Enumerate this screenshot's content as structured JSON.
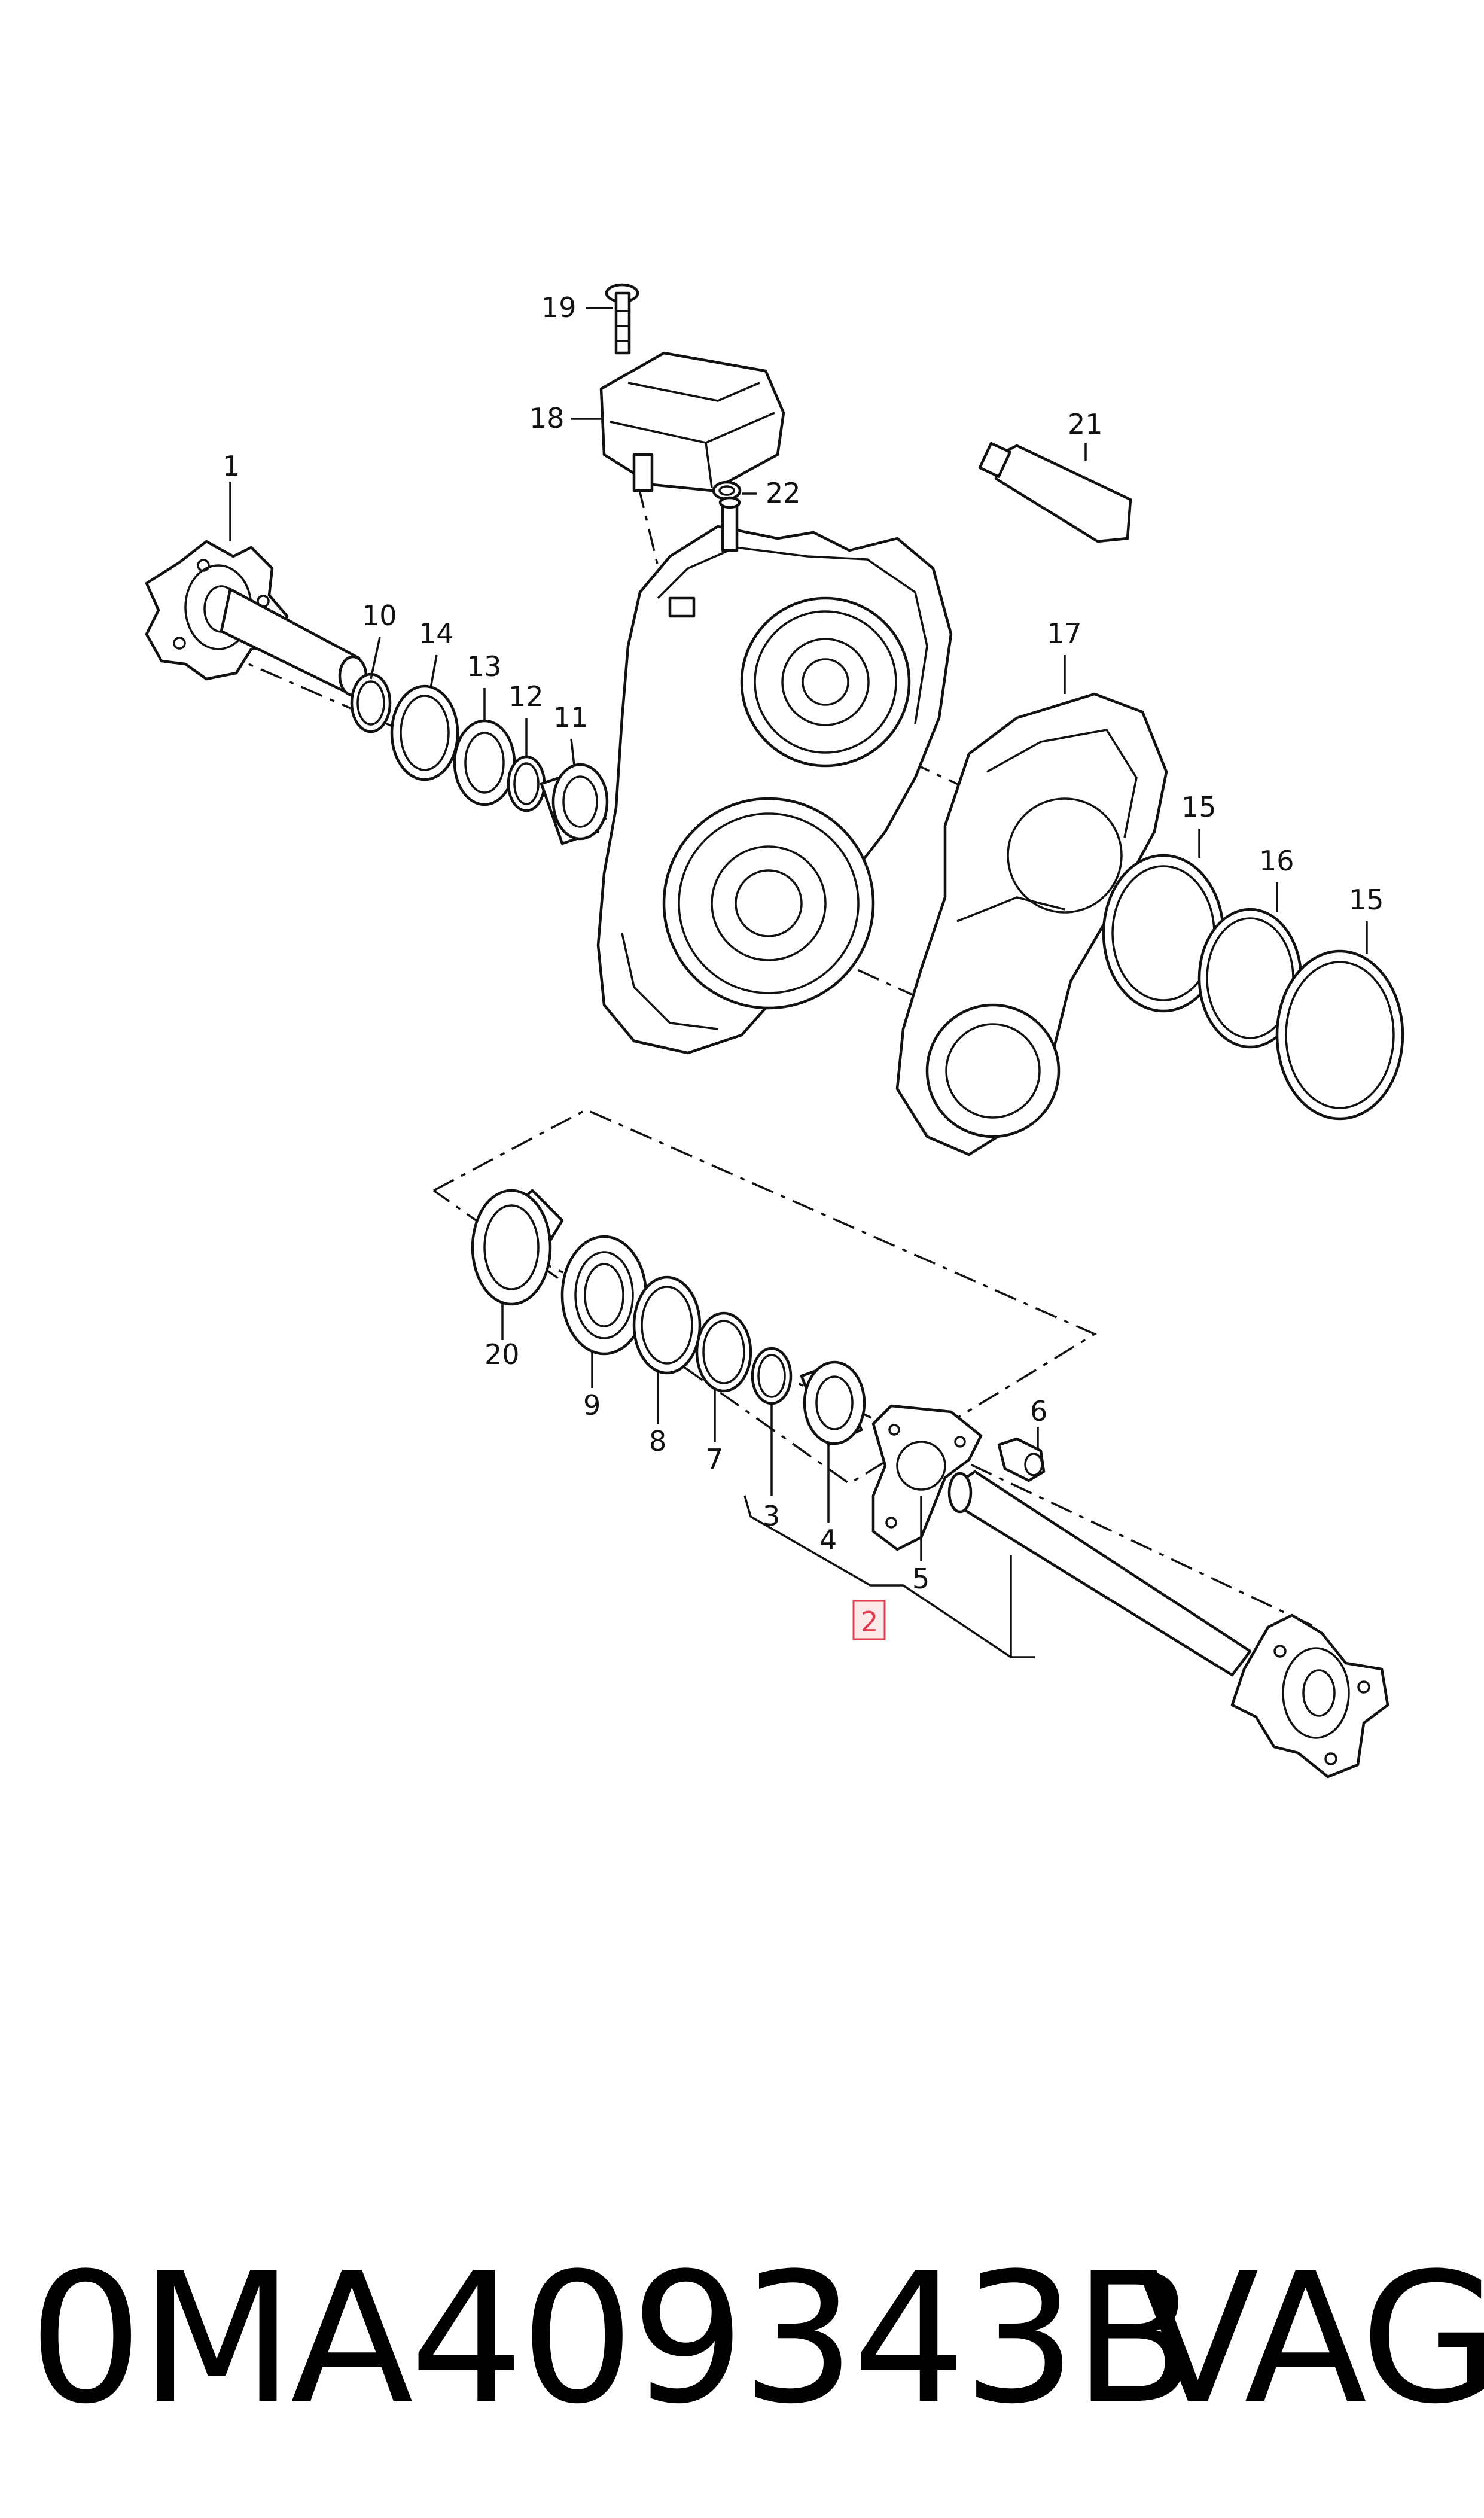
{
  "callouts": [
    {
      "id": "1",
      "label": "1"
    },
    {
      "id": "2",
      "label": "2"
    },
    {
      "id": "3",
      "label": "3"
    },
    {
      "id": "4",
      "label": "4"
    },
    {
      "id": "5",
      "label": "5"
    },
    {
      "id": "6",
      "label": "6"
    },
    {
      "id": "7",
      "label": "7"
    },
    {
      "id": "8",
      "label": "8"
    },
    {
      "id": "9",
      "label": "9"
    },
    {
      "id": "10",
      "label": "10"
    },
    {
      "id": "11",
      "label": "11"
    },
    {
      "id": "12",
      "label": "12"
    },
    {
      "id": "13",
      "label": "13"
    },
    {
      "id": "14",
      "label": "14"
    },
    {
      "id": "15a",
      "label": "15"
    },
    {
      "id": "15b",
      "label": "15"
    },
    {
      "id": "16",
      "label": "16"
    },
    {
      "id": "17",
      "label": "17"
    },
    {
      "id": "18",
      "label": "18"
    },
    {
      "id": "19",
      "label": "19"
    },
    {
      "id": "20",
      "label": "20"
    },
    {
      "id": "21",
      "label": "21"
    },
    {
      "id": "22",
      "label": "22"
    }
  ],
  "highlight_color": "#e03c50",
  "footer": {
    "part_number": "0MA409343B",
    "brand": "VAG"
  }
}
